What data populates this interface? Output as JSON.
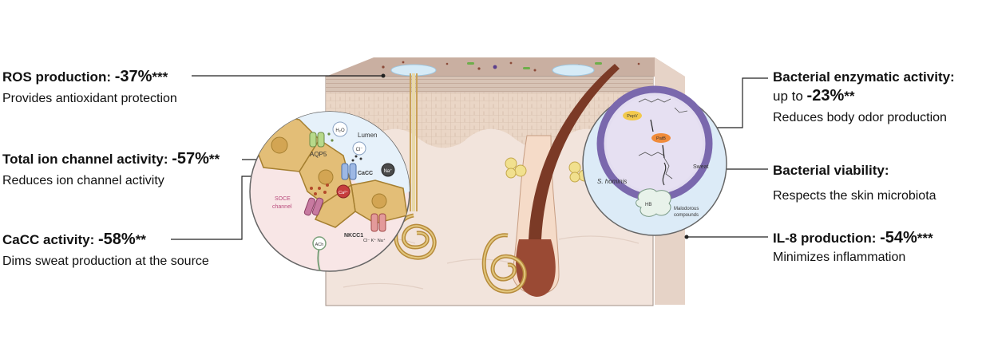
{
  "left_callouts": {
    "ros": {
      "label": "ROS production: ",
      "value": "-37%",
      "stars": "***",
      "desc": "Provides antioxidant protection"
    },
    "ion": {
      "label": "Total ion channel activity: ",
      "value": "-57%",
      "stars": "**",
      "desc": "Reduces ion channel activity"
    },
    "cacc": {
      "label": "CaCC activity: ",
      "value": "-58%",
      "stars": "**",
      "desc": "Dims sweat production at the source"
    }
  },
  "right_callouts": {
    "enzymatic": {
      "label": "Bacterial enzymatic activity:",
      "prefix": "up to ",
      "value": "-23%",
      "stars": "**",
      "desc": "Reduces body odor production"
    },
    "viability": {
      "label": "Bacterial viability:",
      "desc": "Respects the skin microbiota"
    },
    "il8": {
      "label": "IL-8 production: ",
      "value": "-54%",
      "stars": "***",
      "desc": "Minimizes inflammation"
    }
  },
  "cell_inset": {
    "h2o": "H₂O",
    "lumen": "Lumen",
    "aqp5": "AQP5",
    "cl": "Cl⁻",
    "cacc": "CaCC",
    "na": "Na⁺",
    "soce": "SOCE",
    "channel": "channel",
    "ca": "Ca²⁺",
    "nkcc1": "NKCC1",
    "ach": "ACh",
    "ions": "Cl⁻  K⁺  Na⁺"
  },
  "bacteria_inset": {
    "pepv": "PepV",
    "patb": "PatB",
    "organism": "S. hominis",
    "sweat": "Sweat",
    "hb": "HB",
    "malodorous": "Malodorous",
    "compounds": "compounds"
  },
  "colors": {
    "outer_skin": "#d6c0b3",
    "epidermis": "#ead9cc",
    "dermis": "#f2e5de",
    "cell_fill": "#e3be77",
    "bacteria_bg": "#dcebf7",
    "membrane": "#7a68ad",
    "hair": "#8e4a32"
  }
}
